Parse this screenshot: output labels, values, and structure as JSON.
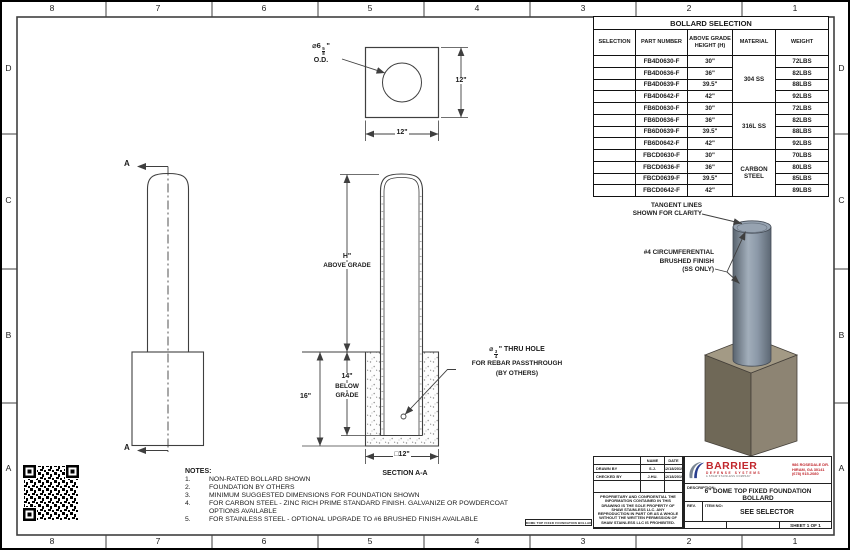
{
  "sheet": {
    "zone_cols": [
      "8",
      "7",
      "6",
      "5",
      "4",
      "3",
      "2",
      "1"
    ],
    "zone_rows": [
      "D",
      "C",
      "B",
      "A"
    ]
  },
  "selection_table": {
    "title": "BOLLARD SELECTION",
    "col_headers": [
      "SELECTION",
      "PART NUMBER",
      "ABOVE GRADE HEIGHT (H)",
      "MATERIAL",
      "WEIGHT"
    ],
    "rows": [
      {
        "part": "FB4D0630-F",
        "height": "30\"",
        "weight": "72LBS"
      },
      {
        "part": "FB4D0636-F",
        "height": "36\"",
        "weight": "82LBS"
      },
      {
        "part": "FB4D0639-F",
        "height": "39.5\"",
        "weight": "88LBS"
      },
      {
        "part": "FB4D0642-F",
        "height": "42\"",
        "weight": "92LBS"
      },
      {
        "part": "FB6D0630-F",
        "height": "30\"",
        "weight": "72LBS"
      },
      {
        "part": "FB6D0636-F",
        "height": "36\"",
        "weight": "82LBS"
      },
      {
        "part": "FB6D0639-F",
        "height": "39.5\"",
        "weight": "88LBS"
      },
      {
        "part": "FB6D0642-F",
        "height": "42\"",
        "weight": "92LBS"
      },
      {
        "part": "FBCD0630-F",
        "height": "30\"",
        "weight": "70LBS"
      },
      {
        "part": "FBCD0636-F",
        "height": "36\"",
        "weight": "80LBS"
      },
      {
        "part": "FBCD0639-F",
        "height": "39.5\"",
        "weight": "85LBS"
      },
      {
        "part": "FBCD0642-F",
        "height": "42\"",
        "weight": "89LBS"
      }
    ],
    "materials": [
      "304 SS",
      "316L SS",
      "CARBON STEEL"
    ]
  },
  "top_view": {
    "od_prefix": "⌀6",
    "od_num": "5",
    "od_den": "8",
    "od_unit": "\"",
    "od_line2": "O.D.",
    "side_dim": "12\"",
    "bottom_dim": "12\""
  },
  "front_view": {
    "section_marker_top": "A",
    "section_marker_bottom": "A"
  },
  "section_view": {
    "h_dim": "H\"",
    "above_grade": "ABOVE GRADE",
    "below_dim": "14\"",
    "below_line1": "BELOW",
    "below_line2": "GRADE",
    "depth_dim": "16\"",
    "width_dim": "□12\"",
    "hole_prefix": "⌀",
    "hole_num": "3",
    "hole_den": "4",
    "hole_suffix": "\" THRU HOLE",
    "hole_line2": "FOR REBAR PASSTHROUGH",
    "hole_line3": "(BY OTHERS)",
    "caption": "SECTION A-A"
  },
  "iso_view": {
    "note1_lines": [
      "TANGENT LINES",
      "SHOWN FOR CLARITY"
    ],
    "note2_lines": [
      "#4 CIRCUMFERENTIAL",
      "BRUSHED FINISH",
      "(SS ONLY)"
    ]
  },
  "notes": {
    "title": "NOTES:",
    "items": [
      {
        "num": "1.",
        "text": "NON-RATED BOLLARD SHOWN"
      },
      {
        "num": "2.",
        "text": "FOUNDATION BY OTHERS"
      },
      {
        "num": "3.",
        "text": "MINIMUM SUGGESTED DIMENSIONS FOR FOUNDATION SHOWN"
      },
      {
        "num": "4.",
        "text": "FOR CARBON STEEL - ZINC RICH PRIME STANDARD FINISH. GALVANIZE OR POWDERCOAT OPTIONS AVAILABLE"
      },
      {
        "num": "5.",
        "text": "FOR STAINLESS STEEL - OPTIONAL UPGRADE TO #6 BRUSHED FINISH AVAILABLE"
      }
    ]
  },
  "title_block": {
    "name_header": "NAME",
    "date_header": "DATE",
    "drawn_label": "DRAWN BY",
    "drawn_name": "S.J.",
    "drawn_date": "12/18/2019",
    "checked_label": "CHECKED BY",
    "checked_name": "J.HU.",
    "checked_date": "12/18/2019",
    "proprietary": "PROPRIETARY AND CONFIDENTIAL THE INFORMATION CONTAINED IN THIS DRAWING IS THE SOLE PROPERTY OF SHAW STAINLESS LLC. ANY REPRODUCTION IN PART OR AS A WHOLE WITHOUT THE WRITTEN PERMISSION OF SHAW STAINLESS LLC IS PROHIBITED.",
    "brand_name": "BARRIER",
    "brand_sub": "DEFENSE SYSTEMS",
    "brand_tagline": "A SHAW STAINLESS COMPANY",
    "addr1": "986 ROSEDALE DR.",
    "addr2": "HIRAM, GA 30141",
    "addr3": "(678) 915-2080",
    "description_label": "DESCRIPTION:",
    "description_line1": "6\" DOME TOP FIXED FOUNDATION",
    "description_line2": "BOLLARD",
    "rev_label": "REV.",
    "item_label": "ITEM NO:",
    "item_value": "SEE SELECTOR",
    "sheet_label": "SHEET 1 OF 1",
    "file_strip": "6 DOME TOP FIXED FOUNDATION BOLLARD"
  },
  "colors": {
    "line": "#3f3f3f",
    "logo_red": "#c1272d",
    "logo_blue": "#2a3f8f",
    "concrete_top": "#a39a85",
    "concrete_left": "#6f6857",
    "concrete_right": "#8d8473",
    "steel_light": "#a2aebb",
    "steel_dark": "#5c6773"
  }
}
